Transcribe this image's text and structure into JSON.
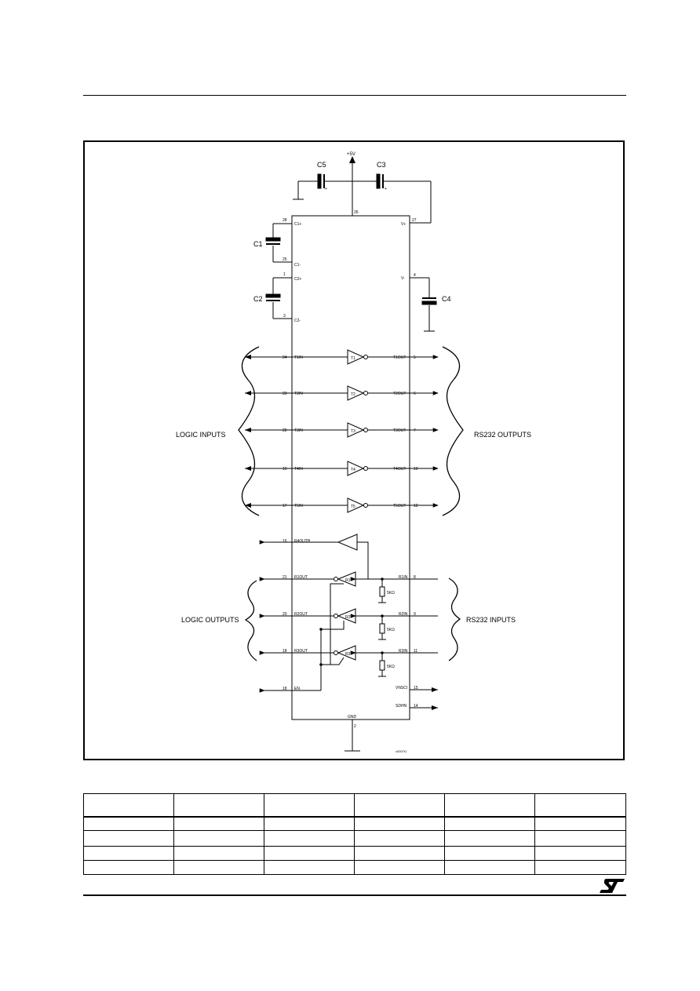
{
  "labels": {
    "supply": "+5V",
    "c5": "C5",
    "c3": "C3",
    "c1": "C1",
    "c2": "C2",
    "c4": "C4",
    "logic_inputs": "LOGIC INPUTS",
    "rs232_outputs": "RS232 OUTPUTS",
    "logic_outputs": "LOGIC OUTPUTS",
    "rs232_inputs": "RS232 INPUTS",
    "gnd": "GND",
    "drawing_code": "c0007t1"
  },
  "ic_pins": {
    "vcc": {
      "pin": "26"
    },
    "c1p": {
      "pin": "28",
      "name": "C1+"
    },
    "c1m": {
      "pin": "25",
      "name": "C1-"
    },
    "c2p": {
      "pin": "1",
      "name": "C2+"
    },
    "c2m": {
      "pin": "3",
      "name": "C2-"
    },
    "vp": {
      "pin": "27",
      "name": "V+"
    },
    "vm": {
      "pin": "4",
      "name": "V-"
    },
    "r4outb": {
      "pin": "16",
      "name": "R4OUTB"
    },
    "en": {
      "pin": "18",
      "name": "EN"
    },
    "vnsci": {
      "pin": "15",
      "name": "VNSCI"
    },
    "sdhn": {
      "pin": "14",
      "name": "SDHN"
    },
    "gnd": {
      "pin": "2"
    }
  },
  "drivers": [
    {
      "in_pin": "24",
      "in_name": "T1IN",
      "label": "T1",
      "out_name": "T1OUT",
      "out_pin": "5"
    },
    {
      "in_pin": "23",
      "in_name": "T2IN",
      "label": "T2",
      "out_name": "T2OUT",
      "out_pin": "6"
    },
    {
      "in_pin": "22",
      "in_name": "T3IN",
      "label": "T3",
      "out_name": "T3OUT",
      "out_pin": "7"
    },
    {
      "in_pin": "19",
      "in_name": "T4IN",
      "label": "T4",
      "out_name": "T4OUT",
      "out_pin": "10"
    },
    {
      "in_pin": "17",
      "in_name": "T5IN",
      "label": "T5",
      "out_name": "T5OUT",
      "out_pin": "12"
    }
  ],
  "receivers": [
    {
      "out_pin": "21",
      "out_name": "R1OUT",
      "label": "R1",
      "in_name": "R1IN",
      "in_pin": "8",
      "resistor": "5KΩ"
    },
    {
      "out_pin": "20",
      "out_name": "R2OUT",
      "label": "R2",
      "in_name": "R2IN",
      "in_pin": "9",
      "resistor": "5KΩ"
    },
    {
      "out_pin": "18",
      "out_name": "R3OUT",
      "label": "R3",
      "in_name": "R3IN",
      "in_pin": "11",
      "resistor": "5KΩ"
    }
  ],
  "table": {
    "rows": [
      [
        "",
        "",
        "",
        "",
        "",
        ""
      ],
      [
        "",
        "",
        "",
        "",
        "",
        ""
      ],
      [
        "",
        "",
        "",
        "",
        "",
        ""
      ],
      [
        "",
        "",
        "",
        "",
        "",
        ""
      ],
      [
        "",
        "",
        "",
        "",
        "",
        ""
      ]
    ]
  }
}
